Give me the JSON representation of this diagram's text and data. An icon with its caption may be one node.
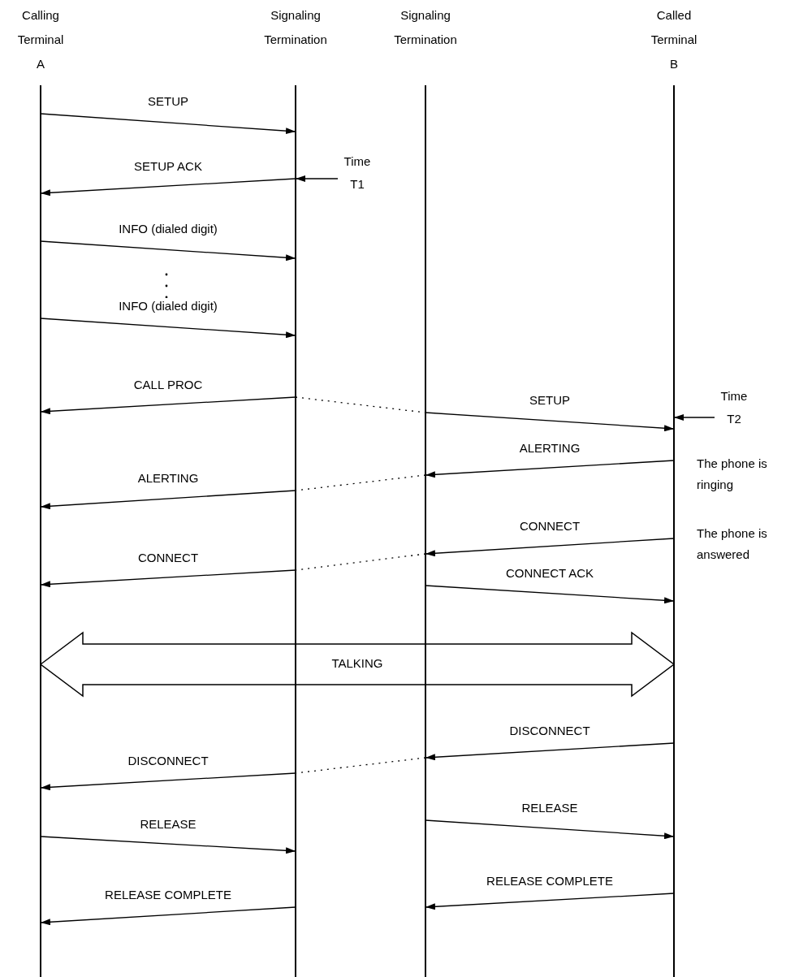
{
  "diagram": {
    "nodes": [
      {
        "text": [
          "Calling Terminal",
          "A"
        ]
      },
      {
        "text": [
          "Signaling Termination"
        ]
      },
      {
        "text": [
          "Signaling Termination"
        ]
      },
      {
        "text": [
          "Called Terminal",
          "B"
        ]
      },
      {
        "text": [
          "Time T1"
        ]
      },
      {
        "text": [
          "Time T2"
        ]
      }
    ],
    "edges": [
      {
        "from": 0,
        "to": 1,
        "arrow": "to",
        "label": "SETUP"
      },
      {
        "from": 1,
        "to": 0,
        "arrow": "to",
        "label": "SETUP ACK"
      },
      {
        "from": 4,
        "to": 1,
        "arrow": "to"
      },
      {
        "from": 0,
        "to": 1,
        "arrow": "to",
        "label": "INFO (dialed digit)"
      },
      {
        "from": 0,
        "to": 1,
        "arrow": "to",
        "label": "INFO (dialed digit)"
      },
      {
        "from": 1,
        "to": 0,
        "arrow": "to",
        "label": "CALL PROC"
      },
      {
        "from": 1,
        "to": 2,
        "arrow": "none",
        "style": "dashed"
      },
      {
        "from": 2,
        "to": 3,
        "arrow": "to",
        "label": "SETUP"
      },
      {
        "from": 5,
        "to": 3,
        "arrow": "to"
      },
      {
        "from": 3,
        "to": 2,
        "arrow": "to",
        "label": "ALERTING"
      },
      {
        "from": 2,
        "to": 1,
        "arrow": "none",
        "style": "dashed"
      },
      {
        "from": 1,
        "to": 0,
        "arrow": "to",
        "label": "ALERTING"
      },
      {
        "from": 3,
        "to": 2,
        "arrow": "to",
        "label": "CONNECT"
      },
      {
        "from": 2,
        "to": 1,
        "arrow": "none",
        "style": "dashed"
      },
      {
        "from": 1,
        "to": 0,
        "arrow": "to",
        "label": "CONNECT"
      },
      {
        "from": 2,
        "to": 3,
        "arrow": "to",
        "label": "CONNECT ACK"
      },
      {
        "from": 0,
        "to": 3,
        "arrow": "both",
        "style": "thick",
        "label": "TALKING"
      },
      {
        "from": 3,
        "to": 2,
        "arrow": "to",
        "label": "DISCONNECT"
      },
      {
        "from": 2,
        "to": 1,
        "arrow": "none",
        "style": "dashed"
      },
      {
        "from": 1,
        "to": 0,
        "arrow": "to",
        "label": "DISCONNECT"
      },
      {
        "from": 2,
        "to": 3,
        "arrow": "to",
        "label": "RELEASE"
      },
      {
        "from": 0,
        "to": 1,
        "arrow": "to",
        "label": "RELEASE"
      },
      {
        "from": 3,
        "to": 2,
        "arrow": "to",
        "label": "RELEASE COMPLETE"
      },
      {
        "from": 1,
        "to": 0,
        "arrow": "to",
        "label": "RELEASE COMPLETE"
      }
    ],
    "labels": [
      "The phone is ringing",
      "The phone is answered"
    ]
  }
}
